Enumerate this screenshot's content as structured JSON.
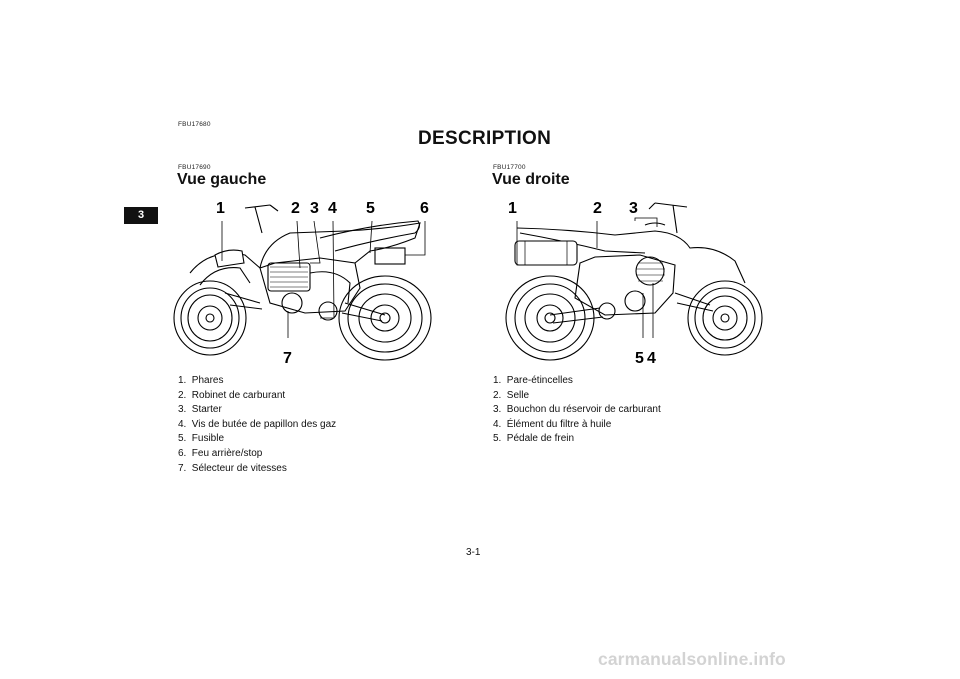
{
  "chapter_tab": "3",
  "header": {
    "code": "FBU17680",
    "title": "DESCRIPTION"
  },
  "left_view": {
    "code": "FBU17690",
    "title": "Vue gauche",
    "callouts": [
      "1",
      "2",
      "3",
      "4",
      "5",
      "6",
      "7"
    ],
    "items": [
      {
        "num": "1.",
        "label": "Phares"
      },
      {
        "num": "2.",
        "label": "Robinet de carburant"
      },
      {
        "num": "3.",
        "label": "Starter"
      },
      {
        "num": "4.",
        "label": "Vis de butée de papillon des gaz"
      },
      {
        "num": "5.",
        "label": "Fusible"
      },
      {
        "num": "6.",
        "label": "Feu arrière/stop"
      },
      {
        "num": "7.",
        "label": "Sélecteur de vitesses"
      }
    ]
  },
  "right_view": {
    "code": "FBU17700",
    "title": "Vue droite",
    "callouts": [
      "1",
      "2",
      "3",
      "5",
      "4"
    ],
    "items": [
      {
        "num": "1.",
        "label": "Pare-étincelles"
      },
      {
        "num": "2.",
        "label": "Selle"
      },
      {
        "num": "3.",
        "label": "Bouchon du réservoir de carburant"
      },
      {
        "num": "4.",
        "label": "Élément du filtre à huile"
      },
      {
        "num": "5.",
        "label": "Pédale de frein"
      }
    ]
  },
  "page_number": "3-1",
  "watermark": "carmanualsonline.info"
}
